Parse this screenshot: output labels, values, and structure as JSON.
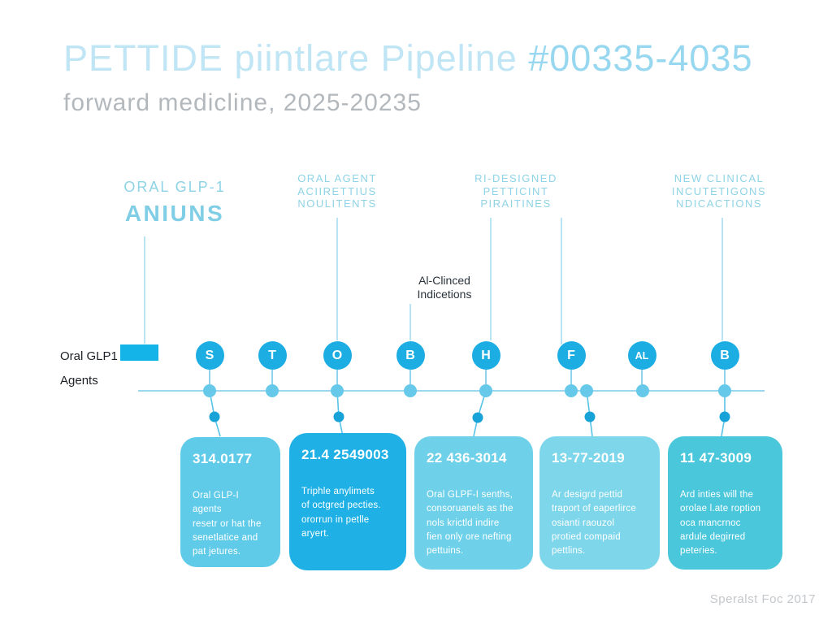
{
  "header": {
    "title_main": "PETTIDE piintlare Pipeline ",
    "title_number": "#00335-4035",
    "subtitle": "forward medicline, 2025-20235"
  },
  "columns": [
    {
      "line1": "ORAL GLP-1",
      "line2": "ANIUNS"
    },
    {
      "line1": "ORAL AGENT",
      "line2": "ACIIRETTIUS",
      "line3": "NOULITENTS"
    },
    {
      "line1": "RI-DESIGNED",
      "line2": "PETTICINT",
      "line3": "PIRAITINES"
    },
    {
      "line1": "NEW CLINICAL",
      "line2": "INCUTETIGONS",
      "line3": "NDICACTIONS"
    }
  ],
  "annotation": {
    "line1": "Al-Clinced",
    "line2": "Indicetions"
  },
  "axis_label": {
    "line1": "Oral GLP1",
    "line2": "Agents"
  },
  "timeline": {
    "markers": [
      {
        "letter": "S"
      },
      {
        "letter": "T"
      },
      {
        "letter": "O"
      },
      {
        "letter": "B"
      },
      {
        "letter": "H"
      },
      {
        "letter": "F"
      },
      {
        "letter": "AL"
      },
      {
        "letter": "B"
      }
    ]
  },
  "cards": [
    {
      "number": "314.0177",
      "body": "Oral GLP-I agents\nresetr or hat the\nsenetlatice and\npat jetures."
    },
    {
      "number": "21.4 2549003",
      "body": "Triphle anylimets\nof octgred pecties.\nororrun in petlle\naryert."
    },
    {
      "number": "22 436-3014",
      "body": "Oral GLPF-I senths,\nconsoruanels as the\nnols krictld indire\nfien only ore nefting\npettuins."
    },
    {
      "number": "13-77-2019",
      "body": "Ar desigrd pettid\ntraport of eaperlirce\nosianti raouzol\nprotied compaid\npettlins."
    },
    {
      "number": "11 47-3009",
      "body": "Ard inties will the\norolae l.ate roption\noca mancrnoc\nardule degirred\npeteries."
    }
  ],
  "footer": {
    "credit": "Speralst Foc 2017"
  },
  "colors": {
    "title_light": "#c0e5f4",
    "title_number": "#97d7ef",
    "subtitle_gray": "#b3b8bd",
    "header_cyan": "#8ed3e6",
    "marker_blue": "#1cade3",
    "timeline_line": "#9bd8ee",
    "dot_light": "#66c9ea",
    "dot_dark": "#17a2d8",
    "swatch_blue": "#14b4e8",
    "card1": "#5fcbe9",
    "card2": "#1fb1e5",
    "card3": "#6fd1e9",
    "card4": "#7ed6ea",
    "card5": "#4bc7dc"
  }
}
